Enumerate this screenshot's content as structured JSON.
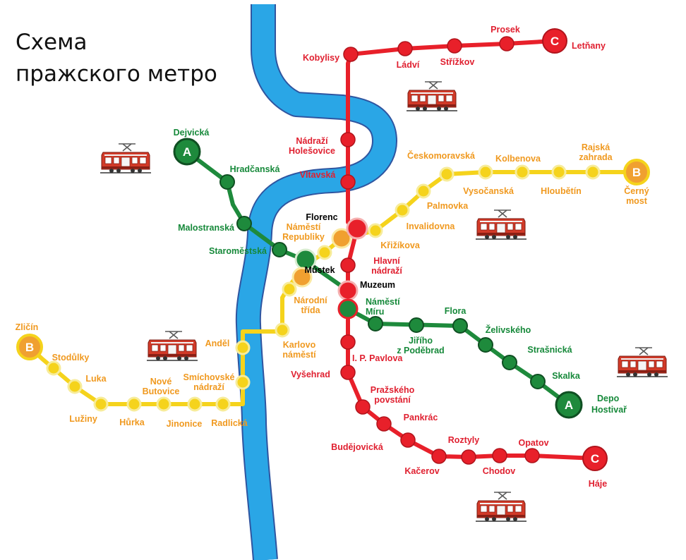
{
  "title": {
    "line1": "Схема",
    "line2": "пражского метро"
  },
  "colors": {
    "line_a": "#1e8a3c",
    "line_b": "#f5d31c",
    "line_c": "#e8202a",
    "river": "#2aa6e6",
    "label_a": "#16893a",
    "label_b": "#f0991f",
    "label_c": "#e02030",
    "transfer_label": "#000000",
    "tram": "#d23a28"
  },
  "lines": {
    "a": {
      "letter": "A",
      "terminal_1": "Dejvická",
      "terminal_2": "Depo Hostivař",
      "stations": {
        "dejvicka": "Dejvická",
        "hradcanska": "Hradčanská",
        "malostranska": "Malostranská",
        "staromestska": "Staroměstská",
        "mustek": "Můstek",
        "muzeum": "Muzeum",
        "namesti_miru_1": "Náměstí",
        "namesti_miru_2": "Míru",
        "jiriho_1": "Jiřího",
        "jiriho_2": "z Poděbrad",
        "flora": "Flora",
        "zelivskeho": "Želivského",
        "strasnicka": "Strašnická",
        "skalka": "Skalka",
        "depo_1": "Depo",
        "depo_2": "Hostivař"
      }
    },
    "b": {
      "letter": "B",
      "terminal_1": "Zličín",
      "terminal_2": "Černý most",
      "stations": {
        "zlicin": "Zličín",
        "stodulky": "Stodůlky",
        "luka": "Luka",
        "luziny": "Lužiny",
        "hurka": "Hůrka",
        "nove_butovice_1": "Nové",
        "nove_butovice_2": "Butovice",
        "jinonice": "Jinonice",
        "radlicka": "Radlická",
        "smichovske_1": "Smíchovské",
        "smichovske_2": "nádraží",
        "andel": "Anděl",
        "karlovo_1": "Karlovo",
        "karlovo_2": "náměstí",
        "narodni_1": "Národní",
        "narodni_2": "třída",
        "namesti_republiky_1": "Náměstí",
        "namesti_republiky_2": "Republiky",
        "krizikova": "Křižíkova",
        "invalidovna": "Invalidovna",
        "palmovka": "Palmovka",
        "ceskomoravska": "Českomoravská",
        "vysocanska": "Vysočanská",
        "kolbenova": "Kolbenova",
        "hloubetin": "Hloubětín",
        "rajska_1": "Rajská",
        "rajska_2": "zahrada",
        "cerny_1": "Černý",
        "cerny_2": "most"
      }
    },
    "c": {
      "letter": "C",
      "terminal_1": "Letňany",
      "terminal_2": "Háje",
      "stations": {
        "letnany": "Letňany",
        "prosek": "Prosek",
        "strizkov": "Střížkov",
        "ladvi": "Ládví",
        "kobylisy": "Kobylisy",
        "holesovice_1": "Nádraží",
        "holesovice_2": "Holešovice",
        "vltavska": "Vltavská",
        "florenc": "Florenc",
        "hlavni_1": "Hlavní",
        "hlavni_2": "nádraží",
        "pavlova": "I. P. Pavlova",
        "vysehrad": "Vyšehrad",
        "prazskeho_1": "Pražského",
        "prazskeho_2": "povstání",
        "pankrac": "Pankrác",
        "budejovicka": "Budějovická",
        "kacerov": "Kačerov",
        "roztyly": "Roztyly",
        "chodov": "Chodov",
        "opatov": "Opatov",
        "haje": "Háje"
      }
    }
  },
  "icons": {
    "tram": "tram-icon"
  }
}
